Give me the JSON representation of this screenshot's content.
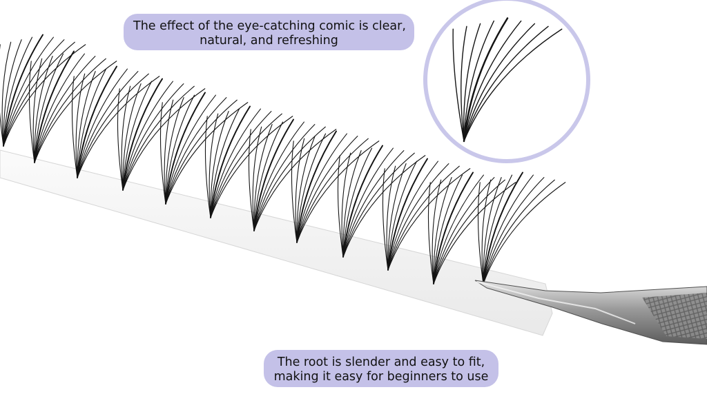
{
  "captions": {
    "top": {
      "line1": "The effect of the eye-catching comic is clear,",
      "line2": "natural, and refreshing"
    },
    "bottom": {
      "line1": "The root is slender and easy to fit,",
      "line2": "making it easy for beginners to use"
    }
  },
  "colors": {
    "caption_background": "#c4c1e8",
    "magnifier_ring": "#c9c7ea",
    "lash": "#141414",
    "strip": "#f4f4f4",
    "tweezer": "#a4a4a4"
  }
}
